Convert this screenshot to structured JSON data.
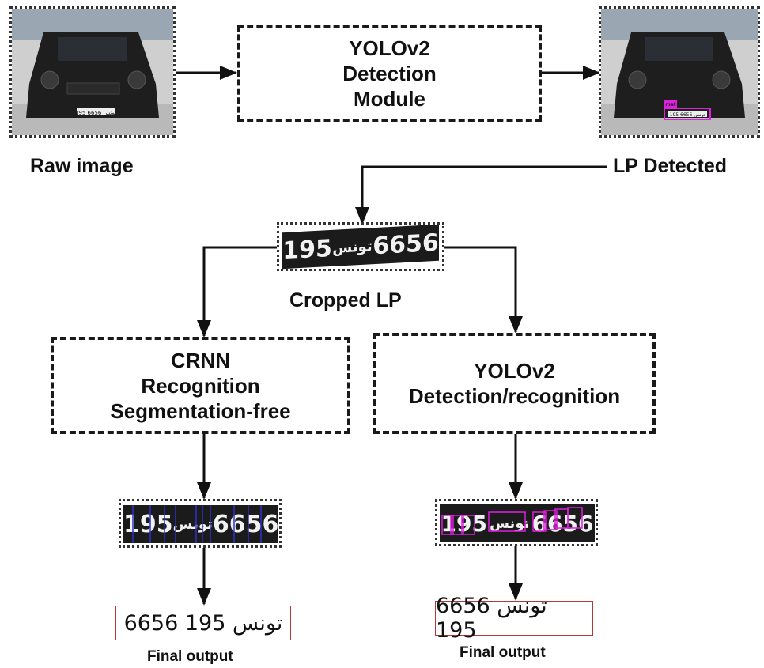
{
  "nodes": {
    "detector": [
      "YOLOv2",
      "Detection",
      "Module"
    ],
    "crnn": [
      "CRNN",
      "Recognition",
      "Segmentation-free"
    ],
    "yolo_rec": [
      "YOLOv2",
      "Detection/recognition"
    ]
  },
  "labels": {
    "raw_image": "Raw image",
    "lp_detected": "LP Detected",
    "cropped_lp": "Cropped LP",
    "final_output_left": "Final output",
    "final_output_right": "Final output"
  },
  "plate": {
    "left_num": "195",
    "arabic": "تونس",
    "right_num": "6656",
    "detection_tag": "mat"
  },
  "outputs": {
    "left": "6656 تونس 195",
    "right": "6656 تونس 195"
  },
  "colors": {
    "detection_box": "#e020e0",
    "crnn_lines": "#3030d0",
    "output_border": "#b03a3a"
  }
}
